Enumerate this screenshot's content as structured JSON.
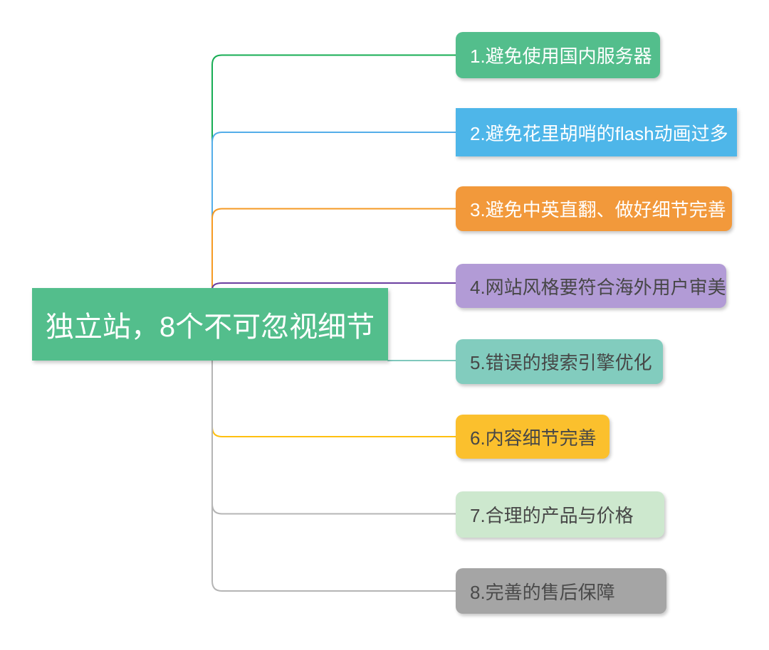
{
  "diagram": {
    "type": "mindmap",
    "background_color": "#FFFFFF",
    "root": {
      "label": "独立站，8个不可忽视细节",
      "bg": "#53BE8C",
      "text_color": "#FFFFFF"
    },
    "branches": [
      {
        "label": "1.避免使用国内服务器",
        "bg": "#53BE8C",
        "text_color": "#FFFFFF",
        "line_color": "#17AD54"
      },
      {
        "label": "2.避免花里胡哨的flash动画过多",
        "bg": "#4EB6E9",
        "text_color": "#FFFFFF",
        "line_color": "#54ADE9"
      },
      {
        "label": "3.避免中英直翻、做好细节完善",
        "bg": "#F2993B",
        "text_color": "#FFFFFF",
        "line_color": "#F59A23"
      },
      {
        "label": "4.网站风格要符合海外用户审美",
        "bg": "#B29BD6",
        "text_color": "#474747",
        "line_color": "#6B3FA0"
      },
      {
        "label": "5.错误的搜索引擎优化",
        "bg": "#82CCBE",
        "text_color": "#474747",
        "line_color": "#7FC8BC"
      },
      {
        "label": "6.内容细节完善",
        "bg": "#FBC02D",
        "text_color": "#474747",
        "line_color": "#FFC010"
      },
      {
        "label": "7.合理的产品与价格",
        "bg": "#CDE8CE",
        "text_color": "#474747",
        "line_color": "#B5B5B5"
      },
      {
        "label": "8.完善的售后保障",
        "bg": "#A5A5A5",
        "text_color": "#4A4A4A",
        "line_color": "#B5B5B5"
      }
    ]
  }
}
